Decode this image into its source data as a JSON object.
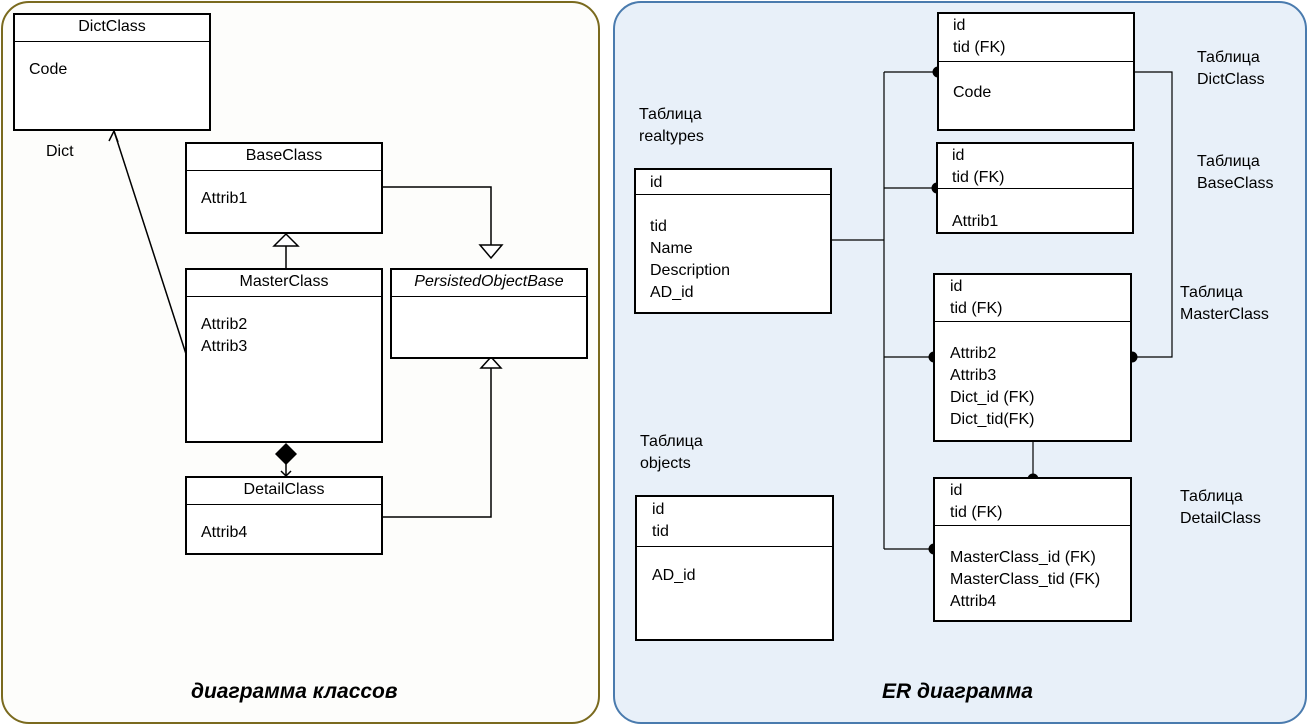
{
  "class_diagram": {
    "caption": "диаграмма классов",
    "dictclass": {
      "name": "DictClass",
      "attrs": "Code"
    },
    "baseclass": {
      "name": "BaseClass",
      "attrs": "Attrib1"
    },
    "masterclass": {
      "name": "MasterClass",
      "attrs": "Attrib2\nAttrib3"
    },
    "persisted": {
      "name": "PersistedObjectBase"
    },
    "detailclass": {
      "name": "DetailClass",
      "attrs": "Attrib4"
    },
    "dict_label": "Dict"
  },
  "er_diagram": {
    "caption": "ER диаграмма",
    "realtypes": {
      "label": "Таблица\nrealtypes",
      "key": "id",
      "fields": "tid\nName\nDescription\nAD_id"
    },
    "objects": {
      "label": "Таблица\nobjects",
      "key": "id\ntid",
      "fields": "AD_id"
    },
    "dictclass": {
      "label": "Таблица\nDictClass",
      "key": "id\ntid (FK)",
      "fields": "Code"
    },
    "baseclass": {
      "label": "Таблица\nBaseClass",
      "key": "id\ntid (FK)",
      "fields": "Attrib1"
    },
    "masterclass": {
      "label": "Таблица\nMasterClass",
      "key": "id\ntid (FK)",
      "fields": "Attrib2\nAttrib3\nDict_id (FK)\nDict_tid(FK)"
    },
    "detailclass": {
      "label": "Таблица\nDetailClass",
      "key": "id\ntid (FK)",
      "fields": "MasterClass_id (FK)\nMasterClass_tid (FK)\nAttrib4"
    }
  }
}
